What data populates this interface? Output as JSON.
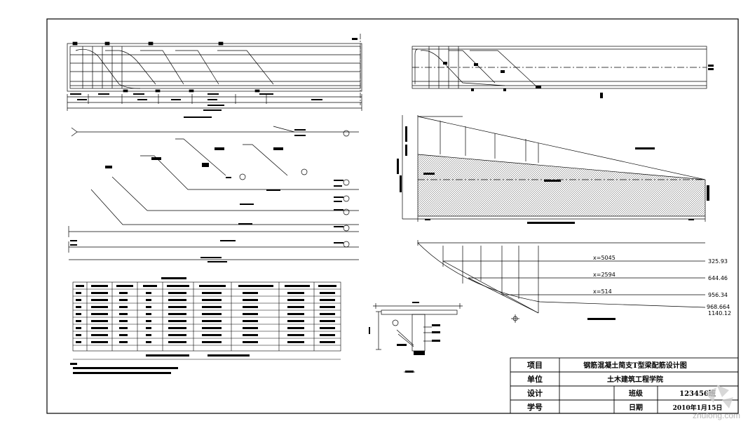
{
  "elevation_labels": {
    "e1": "325.93",
    "e2": "644.46",
    "e3": "956.34",
    "e4": "968.664",
    "e5": "1140.12"
  },
  "x_labels": {
    "x1": "x=5045",
    "x2": "x=2594",
    "x3": "x=514"
  },
  "title_block": {
    "project_label": "项目",
    "project_value": "钢筋混凝土简支T型梁配筋设计图",
    "unit_label": "单位",
    "unit_value": "土木建筑工程学院",
    "design_label": "设计",
    "class_label": "班级",
    "class_value": "123456班",
    "id_label": "学号",
    "date_label": "日期",
    "date_value": "2010年1月15日"
  },
  "watermark": "zhulong.com",
  "colors": {
    "line": "#000000",
    "hatch": "#000000",
    "watermark": "#b8b8b8"
  }
}
